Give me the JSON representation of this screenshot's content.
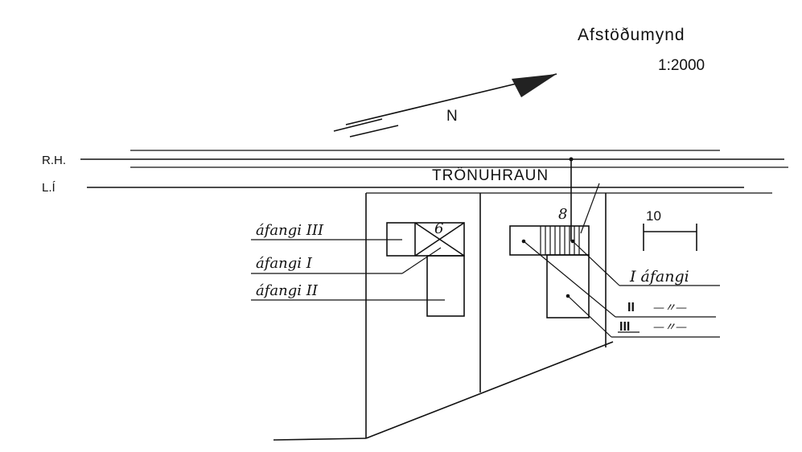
{
  "title": "Afstöðumynd",
  "scale": "1:2000",
  "north": "N",
  "street_name": "TRÖNUHRAUN",
  "line_labels": {
    "rh": "R.H.",
    "li": "L.Í"
  },
  "lot_numbers": {
    "lot6": "6",
    "lot8": "8",
    "lot10": "10"
  },
  "left_callouts": {
    "phase3": "áfangi III",
    "phase1": "áfangi I",
    "phase2": "áfangi II"
  },
  "right_callouts": {
    "phase1": "I áfangi",
    "phase2_numeral": "II",
    "phase2_ditto": "—〃—",
    "phase3_numeral": "III",
    "phase3_ditto": "—〃—"
  }
}
